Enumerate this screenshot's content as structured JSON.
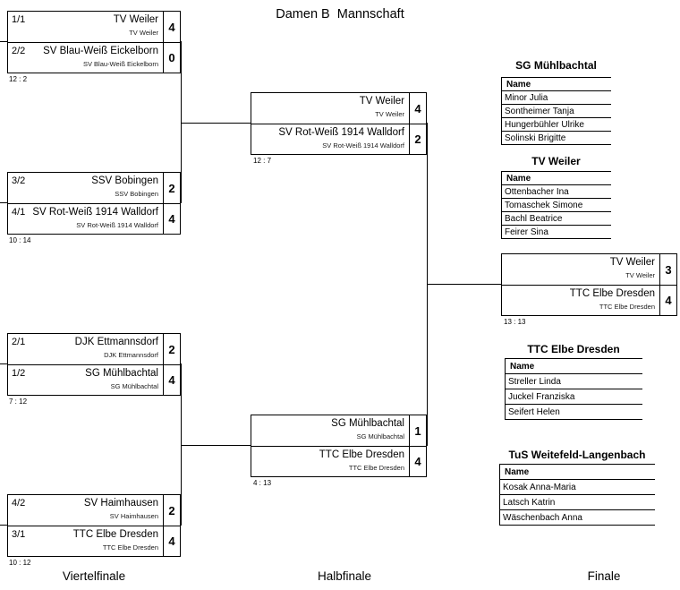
{
  "title": "Damen B  Mannschaft",
  "round_labels": {
    "quarterfinal": "Viertelfinale",
    "semifinal": "Halbfinale",
    "final": "Finale"
  },
  "bracket": {
    "quarterfinals": [
      {
        "result": "12 : 2",
        "top": {
          "seed": "1/1",
          "team": "TV Weiler",
          "sub": "TV Weiler",
          "score": "4"
        },
        "bottom": {
          "seed": "2/2",
          "team": "SV Blau-Weiß Eickelborn",
          "sub": "SV Blau-Weiß Eickelborn",
          "score": "0"
        }
      },
      {
        "result": "10 : 14",
        "top": {
          "seed": "3/2",
          "team": "SSV Bobingen",
          "sub": "SSV Bobingen",
          "score": "2"
        },
        "bottom": {
          "seed": "4/1",
          "team": "SV Rot-Weiß 1914 Walldorf",
          "sub": "SV Rot-Weiß 1914 Walldorf",
          "score": "4"
        }
      },
      {
        "result": "7 : 12",
        "top": {
          "seed": "2/1",
          "team": "DJK Ettmannsdorf",
          "sub": "DJK Ettmannsdorf",
          "score": "2"
        },
        "bottom": {
          "seed": "1/2",
          "team": "SG Mühlbachtal",
          "sub": "SG Mühlbachtal",
          "score": "4"
        }
      },
      {
        "result": "10 : 12",
        "top": {
          "seed": "4/2",
          "team": "SV Haimhausen",
          "sub": "SV Haimhausen",
          "score": "2"
        },
        "bottom": {
          "seed": "3/1",
          "team": "TTC Elbe Dresden",
          "sub": "TTC Elbe Dresden",
          "score": "4"
        }
      }
    ],
    "semifinals": [
      {
        "result": "12 : 7",
        "top": {
          "team": "TV Weiler",
          "sub": "TV Weiler",
          "score": "4"
        },
        "bottom": {
          "team": "SV Rot-Weiß 1914 Walldorf",
          "sub": "SV Rot-Weiß 1914 Walldorf",
          "score": "2"
        }
      },
      {
        "result": "4 : 13",
        "top": {
          "team": "SG Mühlbachtal",
          "sub": "SG Mühlbachtal",
          "score": "1"
        },
        "bottom": {
          "team": "TTC Elbe Dresden",
          "sub": "TTC Elbe Dresden",
          "score": "4"
        }
      }
    ],
    "final": {
      "result": "13 : 13",
      "top": {
        "team": "TV Weiler",
        "sub": "TV Weiler",
        "score": "3"
      },
      "bottom": {
        "team": "TTC Elbe Dresden",
        "sub": "TTC Elbe Dresden",
        "score": "4"
      }
    }
  },
  "rosters": [
    {
      "team": "SG Mühlbachtal",
      "header": "Name",
      "players": [
        "Minor Julia",
        "Sontheimer Tanja",
        "Hungerbühler Ulrike",
        "Solinski Brigitte"
      ]
    },
    {
      "team": "TV Weiler",
      "header": "Name",
      "players": [
        "Ottenbacher Ina",
        "Tomaschek Simone",
        "Bachl Beatrice",
        "Feirer Sina"
      ]
    },
    {
      "team": "TTC Elbe Dresden",
      "header": "Name",
      "players": [
        "Streller Linda",
        "Juckel Franziska",
        "Seifert Helen"
      ]
    },
    {
      "team": "TuS Weitefeld-Langenbach",
      "header": "Name",
      "players": [
        "Kosak Anna-Maria",
        "Latsch Katrin",
        "Wäschenbach Anna"
      ]
    }
  ],
  "colors": {
    "line": "#000000",
    "background": "#ffffff",
    "text": "#000000"
  }
}
